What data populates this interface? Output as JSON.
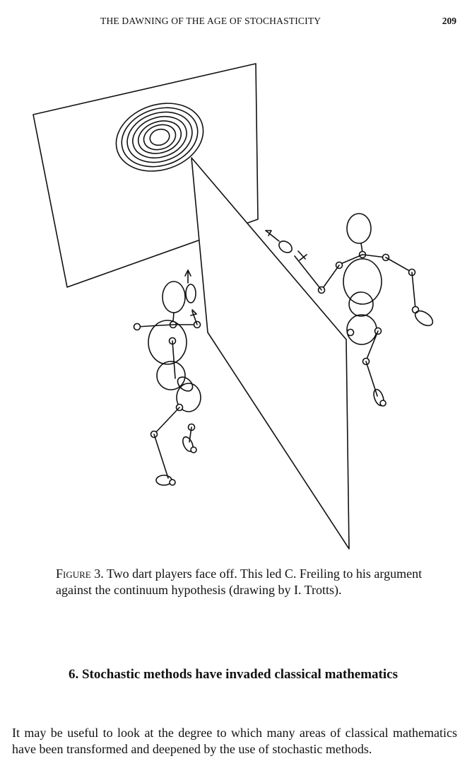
{
  "header": {
    "running_title": "THE DAWNING OF THE AGE OF STOCHASTICITY",
    "page_number": "209"
  },
  "figure": {
    "caption_label": "Figure 3.",
    "caption_text": "Two dart players face off. This led C. Freiling to his argument against the continuum hypothesis (drawing by I. Trotts)."
  },
  "section": {
    "heading": "6. Stochastic methods have invaded classical mathematics"
  },
  "body": {
    "paragraph_1": "It may be useful to look at the degree to which many areas of classical mathematics have been transformed and deepened by the use of stochastic methods."
  }
}
